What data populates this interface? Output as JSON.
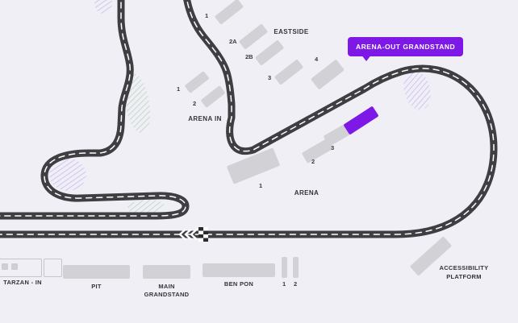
{
  "colors": {
    "background": "#f1eff6",
    "track": "#3f3e42",
    "stand_gray": "#d2d1d6",
    "accent_purple": "#7d18e6",
    "hatch_purple": "#d2c3f2",
    "hatch_green": "#c0dcc8"
  },
  "callout": {
    "label": "ARENA-OUT GRANDSTAND"
  },
  "areas": {
    "eastside": {
      "label": "EASTSIDE",
      "stands": [
        "1",
        "2A",
        "2B",
        "3",
        "4"
      ]
    },
    "arena_in": {
      "label": "ARENA IN",
      "stands": [
        "1",
        "2"
      ]
    },
    "arena": {
      "label": "ARENA",
      "stands": [
        "1",
        "2",
        "3"
      ]
    },
    "bottom": {
      "tarzan": "TARZAN - IN",
      "pit": "PIT",
      "main_grandstand": [
        "MAIN",
        "GRANDSTAND"
      ],
      "ben_pon": "BEN PON",
      "ben_pon_stands": [
        "1",
        "2"
      ],
      "accessibility": [
        "ACCESSIBILITY",
        "PLATFORM"
      ]
    }
  }
}
